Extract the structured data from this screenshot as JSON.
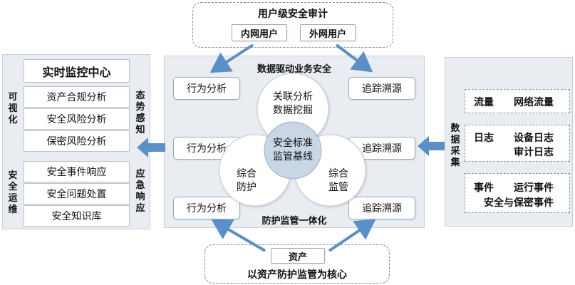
{
  "top": {
    "title": "用户级安全审计",
    "inner_user": "内网用户",
    "outer_user": "外网用户"
  },
  "bottom": {
    "asset": "资产",
    "title": "以资产防护监管为核心"
  },
  "center": {
    "top_label": "数据驱动业务安全",
    "bottom_label": "防护监管一体化",
    "behavior": [
      "行为分析",
      "行为分析",
      "行为分析"
    ],
    "trace": [
      "追踪溯源",
      "追踪溯源",
      "追踪溯源"
    ],
    "circle_top": [
      "关联分析",
      "数据挖掘"
    ],
    "circle_center": [
      "安全标准",
      "监管基线"
    ],
    "circle_left": [
      "综合",
      "防护"
    ],
    "circle_right": [
      "综合",
      "监管"
    ]
  },
  "left": {
    "heading": "实时监控中心",
    "visual_label": [
      "可",
      "视",
      "化"
    ],
    "awareness_label": [
      "态",
      "势",
      "感",
      "知"
    ],
    "ops_label": [
      "安",
      "全",
      "运",
      "维"
    ],
    "response_label": [
      "应",
      "急",
      "响",
      "应"
    ],
    "group1": [
      "资产合规分析",
      "安全风险分析",
      "保密风险分析"
    ],
    "group2": [
      "安全事件响应",
      "安全问题处置",
      "安全知识库"
    ]
  },
  "right": {
    "collect_label": [
      "数",
      "据",
      "采",
      "集"
    ],
    "rows": [
      {
        "a": "流量",
        "b": "网络流量"
      },
      {
        "a": "日志",
        "b": "设备日志",
        "c": "审计日志"
      },
      {
        "a": "事件",
        "b": "运行事件",
        "c": "安全与保密事件"
      }
    ]
  },
  "colors": {
    "arrow": "#5b8fc7",
    "circle_fill": "#ffffff",
    "core_fill": "#c9d6e4",
    "panel": "#e9edf2"
  }
}
